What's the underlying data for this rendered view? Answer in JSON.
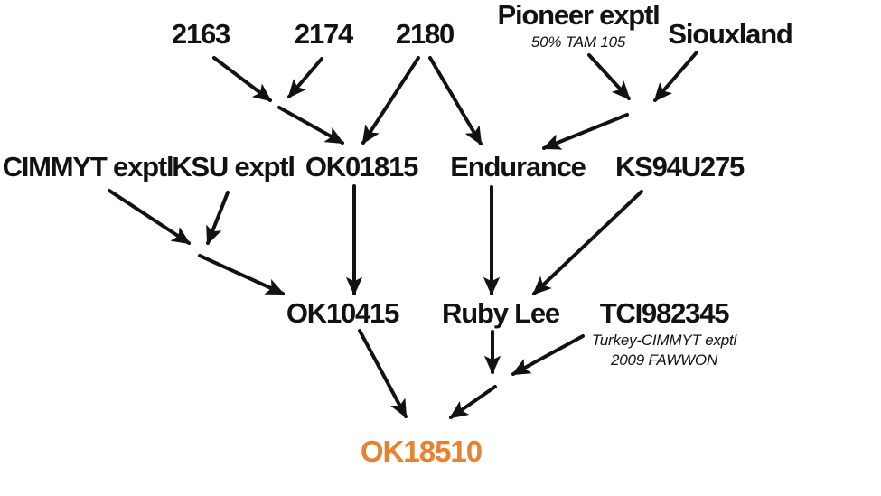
{
  "canvas": {
    "background": "#ffffff",
    "text_color": "#121212",
    "arrow_color": "#121212",
    "highlight_color": "#E8822F"
  },
  "nodes": {
    "v2163": {
      "label": "2163"
    },
    "v2174": {
      "label": "2174"
    },
    "v2180": {
      "label": "2180"
    },
    "pioneer": {
      "label": "Pioneer exptl",
      "sublabel": "50% TAM 105"
    },
    "siouxland": {
      "label": "Siouxland"
    },
    "cimmyt": {
      "label": "CIMMYT exptl"
    },
    "ksu": {
      "label": "KSU exptl"
    },
    "ok01815": {
      "label": "OK01815"
    },
    "endurance": {
      "label": "Endurance"
    },
    "ks94u275": {
      "label": "KS94U275"
    },
    "ok10415": {
      "label": "OK10415"
    },
    "rubylee": {
      "label": "Ruby Lee"
    },
    "tci982345": {
      "label": "TCI982345",
      "sublabel1": "Turkey-CIMMYT exptl",
      "sublabel2": "2009 FAWWON"
    },
    "ok18510": {
      "label": "OK18510",
      "color": "#E8822F"
    }
  },
  "relationships": [
    "2163 + 2174 -> OK01815",
    "2180 -> OK01815",
    "2180 -> Endurance",
    "Pioneer exptl + Siouxland -> Endurance",
    "CIMMYT exptl + KSU exptl -> OK10415",
    "OK01815 -> OK10415",
    "Endurance -> Ruby Lee",
    "KS94U275 -> Ruby Lee",
    "OK10415 -> OK18510",
    "Ruby Lee + TCI982345 -> OK18510"
  ]
}
